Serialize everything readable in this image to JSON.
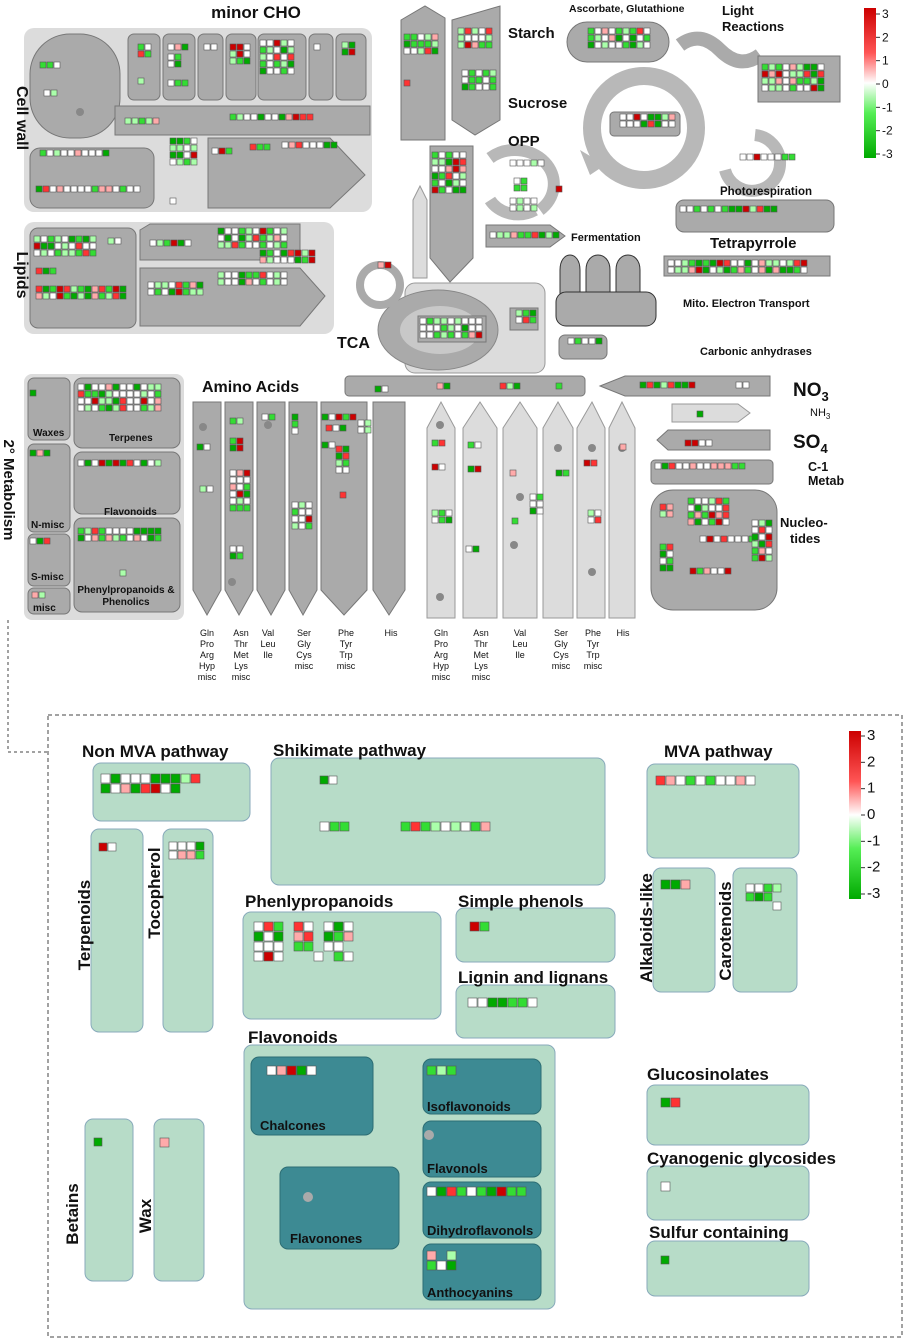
{
  "overview": {
    "minor_cho": "minor CHO",
    "starch": "Starch",
    "sucrose": "Sucrose",
    "ascorbate": "Ascorbate, Glutathione",
    "light_line1": "Light",
    "light_line2": "Reactions",
    "cell_wall": "Cell wall",
    "opp": "OPP",
    "photorespiration": "Photorespiration",
    "fermentation": "Fermentation",
    "tetrapyrrole": "Tetrapyrrole",
    "lipids": "Lipids",
    "mito": "Mito. Electron Transport",
    "tca": "TCA",
    "carbonic": "Carbonic anhydrases",
    "amino_acids": "Amino Acids",
    "no3": "NO",
    "no3_sub": "3",
    "nh3": "NH",
    "nh3_sub": "3",
    "so4": "SO",
    "so4_sub": "4",
    "c1_line1": "C-1",
    "c1_line2": "Metab",
    "nucleo_line1": "Nucleo-",
    "nucleo_line2": "tides",
    "secondary": "2° Metabolism",
    "waxes": "Waxes",
    "terpenes": "Terpenes",
    "flavonoids": "Flavonoids",
    "n_misc": "N-misc",
    "s_misc": "S-misc",
    "phenyl_line1": "Phenylpropanoids &",
    "phenyl_line2": "Phenolics",
    "misc": "misc",
    "aa_groups": [
      [
        "Gln",
        "Pro",
        "Arg",
        "Hyp",
        "misc"
      ],
      [
        "Asn",
        "Thr",
        "Met",
        "Lys",
        "misc"
      ],
      [
        "Val",
        "Leu",
        "Ile"
      ],
      [
        "Ser",
        "Gly",
        "Cys",
        "misc"
      ],
      [
        "Phe",
        "Tyr",
        "Trp",
        "misc"
      ],
      [
        "His"
      ]
    ]
  },
  "detail": {
    "non_mva": "Non MVA pathway",
    "shikimate": "Shikimate pathway",
    "mva": "MVA pathway",
    "terpenoids": "Terpenoids",
    "tocopherol": "Tocopherol",
    "phenylpropanoids": "Phenlypropanoids",
    "simple_phenols": "Simple phenols",
    "alkaloids": "Alkaloids-like",
    "carotenoids": "Carotenoids",
    "lignin": "Lignin and lignans",
    "flavonoids": "Flavonoids",
    "chalcones": "Chalcones",
    "isoflavonoids": "Isoflavonoids",
    "flavonols": "Flavonols",
    "flavonones": "Flavonones",
    "dihydroflavonols": "Dihydroflavonols",
    "anthocyanins": "Anthocyanins",
    "glucosinolates": "Glucosinolates",
    "cyanogenic": "Cyanogenic glycosides",
    "sulfur": "Sulfur containing",
    "betains": "Betains",
    "wax": "Wax"
  },
  "legend": {
    "ticks": [
      "3",
      "2",
      "1",
      "0",
      "-1",
      "-2",
      "-3"
    ],
    "colors": [
      "#cc0000",
      "#ff3333",
      "#ffaaaa",
      "#ffffff",
      "#aaffaa",
      "#33dd33",
      "#00aa00"
    ]
  },
  "colors": {
    "pathway_gray": "#aaaaaa",
    "region_light": "#dcdcdc",
    "detail_box": "#b7dcc8",
    "detail_dark": "#3d8a93"
  }
}
